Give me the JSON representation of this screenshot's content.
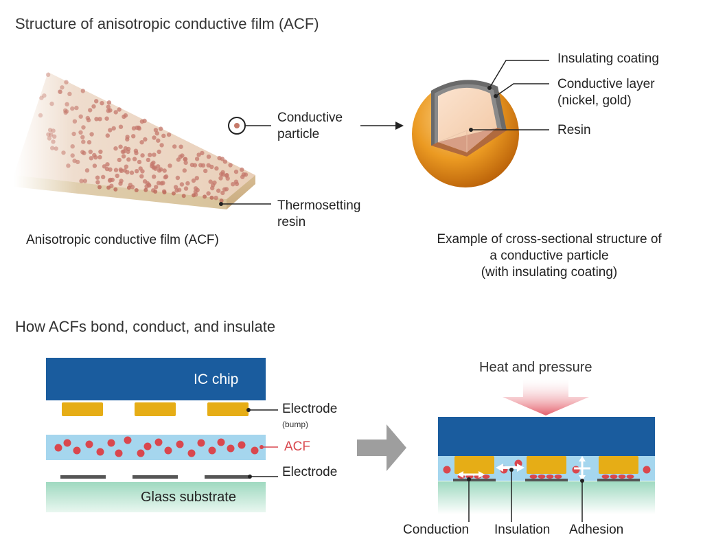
{
  "section1": {
    "title": "Structure of anisotropic conductive film (ACF)",
    "film_caption": "Anisotropic conductive film (ACF)",
    "labels": {
      "conductive_particle_line1": "Conductive",
      "conductive_particle_line2": "particle",
      "thermosetting_line1": "Thermosetting",
      "thermosetting_line2": "resin",
      "insulating_coating": "Insulating coating",
      "conductive_layer_line1": "Conductive layer",
      "conductive_layer_line2": "(nickel, gold)",
      "resin": "Resin"
    },
    "particle_caption": {
      "line1": "Example of cross-sectional structure of",
      "line2": "a conductive particle",
      "line3": "(with insulating coating)"
    }
  },
  "section2": {
    "title": "How ACFs bond, conduct, and insulate",
    "ic_chip": "IC chip",
    "electrode_bump": "Electrode",
    "bump_note": "(bump)",
    "acf": "ACF",
    "electrode": "Electrode",
    "glass_substrate": "Glass substrate",
    "heat_pressure": "Heat and pressure",
    "conduction": "Conduction",
    "insulation": "Insulation",
    "adhesion": "Adhesion"
  },
  "colors": {
    "chip_blue": "#1a5c9e",
    "bump_gold": "#e6ad16",
    "acf_blue": "#a5d6ee",
    "particle_red": "#d9474e",
    "acf_label_red": "#d9474e",
    "electrode_gray": "#555555",
    "glass_green": "#a7dcc6",
    "sphere_orange": "#e8921a",
    "arrow_gray": "#9e9e9e",
    "pressure_pink": "#e8707a"
  }
}
